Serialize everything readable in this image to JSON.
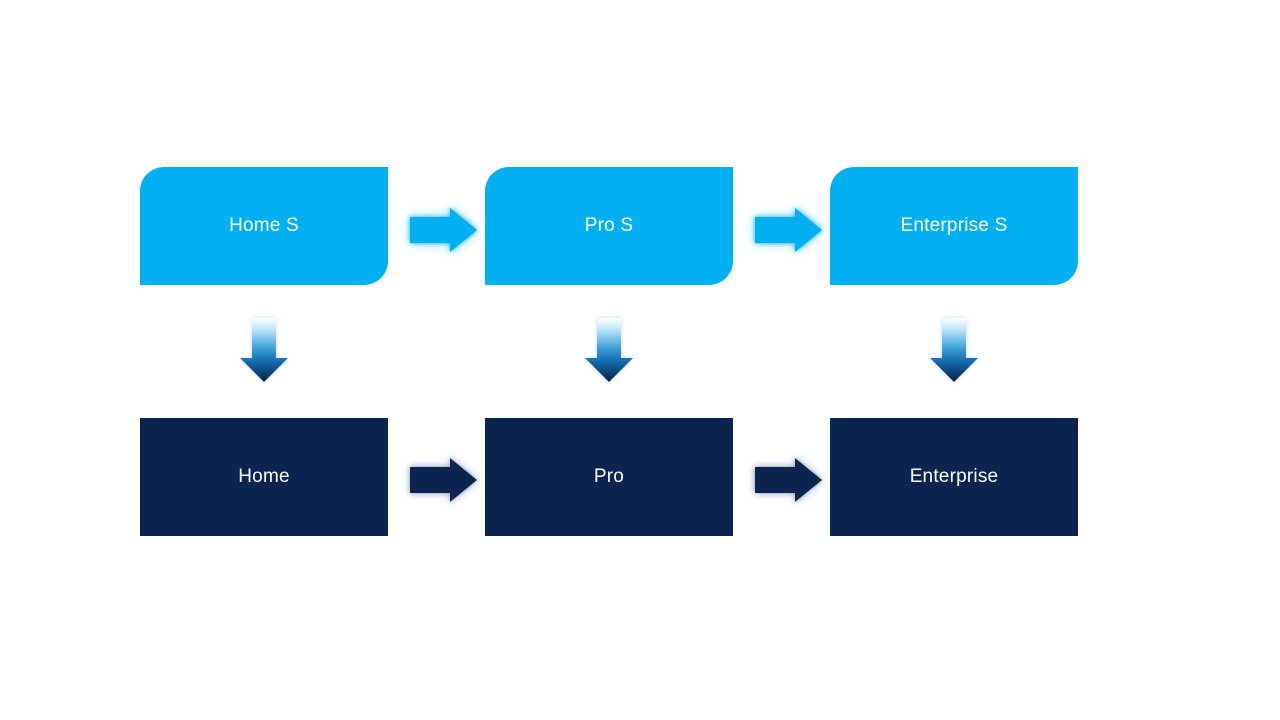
{
  "colors": {
    "light-blue": "#00B0F0",
    "dark-navy": "#0B2550"
  },
  "diagram": {
    "top_row": [
      {
        "label": "Home S"
      },
      {
        "label": "Pro S"
      },
      {
        "label": "Enterprise S"
      }
    ],
    "bottom_row": [
      {
        "label": "Home"
      },
      {
        "label": "Pro"
      },
      {
        "label": "Enterprise"
      }
    ],
    "connectors": [
      {
        "from": "Home S",
        "to": "Pro S",
        "direction": "right",
        "style": "light-blue"
      },
      {
        "from": "Pro S",
        "to": "Enterprise S",
        "direction": "right",
        "style": "light-blue"
      },
      {
        "from": "Home S",
        "to": "Home",
        "direction": "down",
        "style": "gradient-light-to-dark"
      },
      {
        "from": "Pro S",
        "to": "Pro",
        "direction": "down",
        "style": "gradient-light-to-dark"
      },
      {
        "from": "Enterprise S",
        "to": "Enterprise",
        "direction": "down",
        "style": "gradient-light-to-dark"
      },
      {
        "from": "Home",
        "to": "Pro",
        "direction": "right",
        "style": "dark-navy"
      },
      {
        "from": "Pro",
        "to": "Enterprise",
        "direction": "right",
        "style": "dark-navy"
      }
    ]
  }
}
